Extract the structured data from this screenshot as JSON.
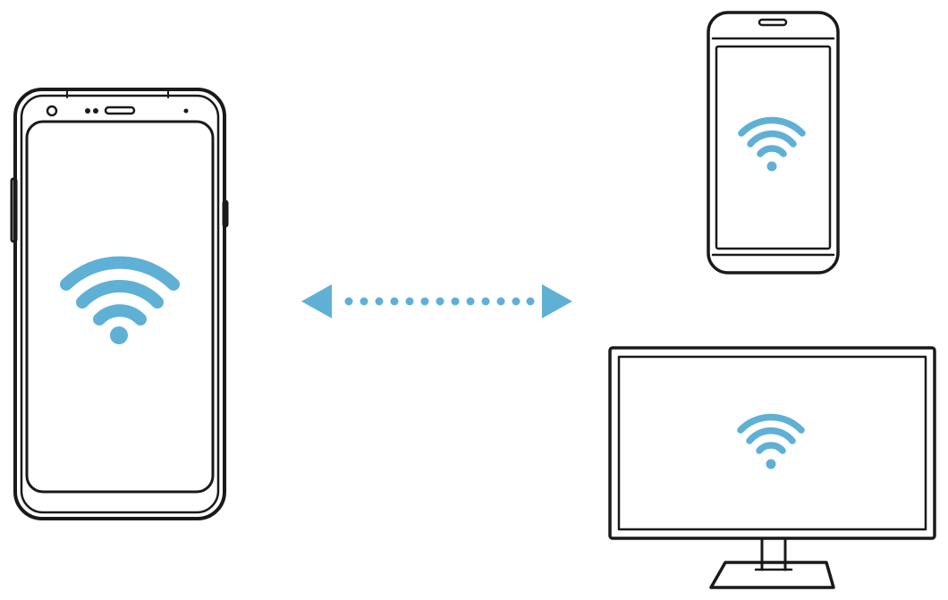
{
  "colors": {
    "accent": "#5fb0d5",
    "line": "#1a1a1a",
    "background": "#ffffff"
  },
  "devices": [
    {
      "kind": "smartphone",
      "icon": "wifi-icon"
    },
    {
      "kind": "smartphone",
      "icon": "wifi-icon"
    },
    {
      "kind": "monitor",
      "icon": "wifi-icon"
    }
  ],
  "connector": {
    "kind": "bidirectional-dotted-arrow",
    "icon": "double-arrow-icon"
  }
}
